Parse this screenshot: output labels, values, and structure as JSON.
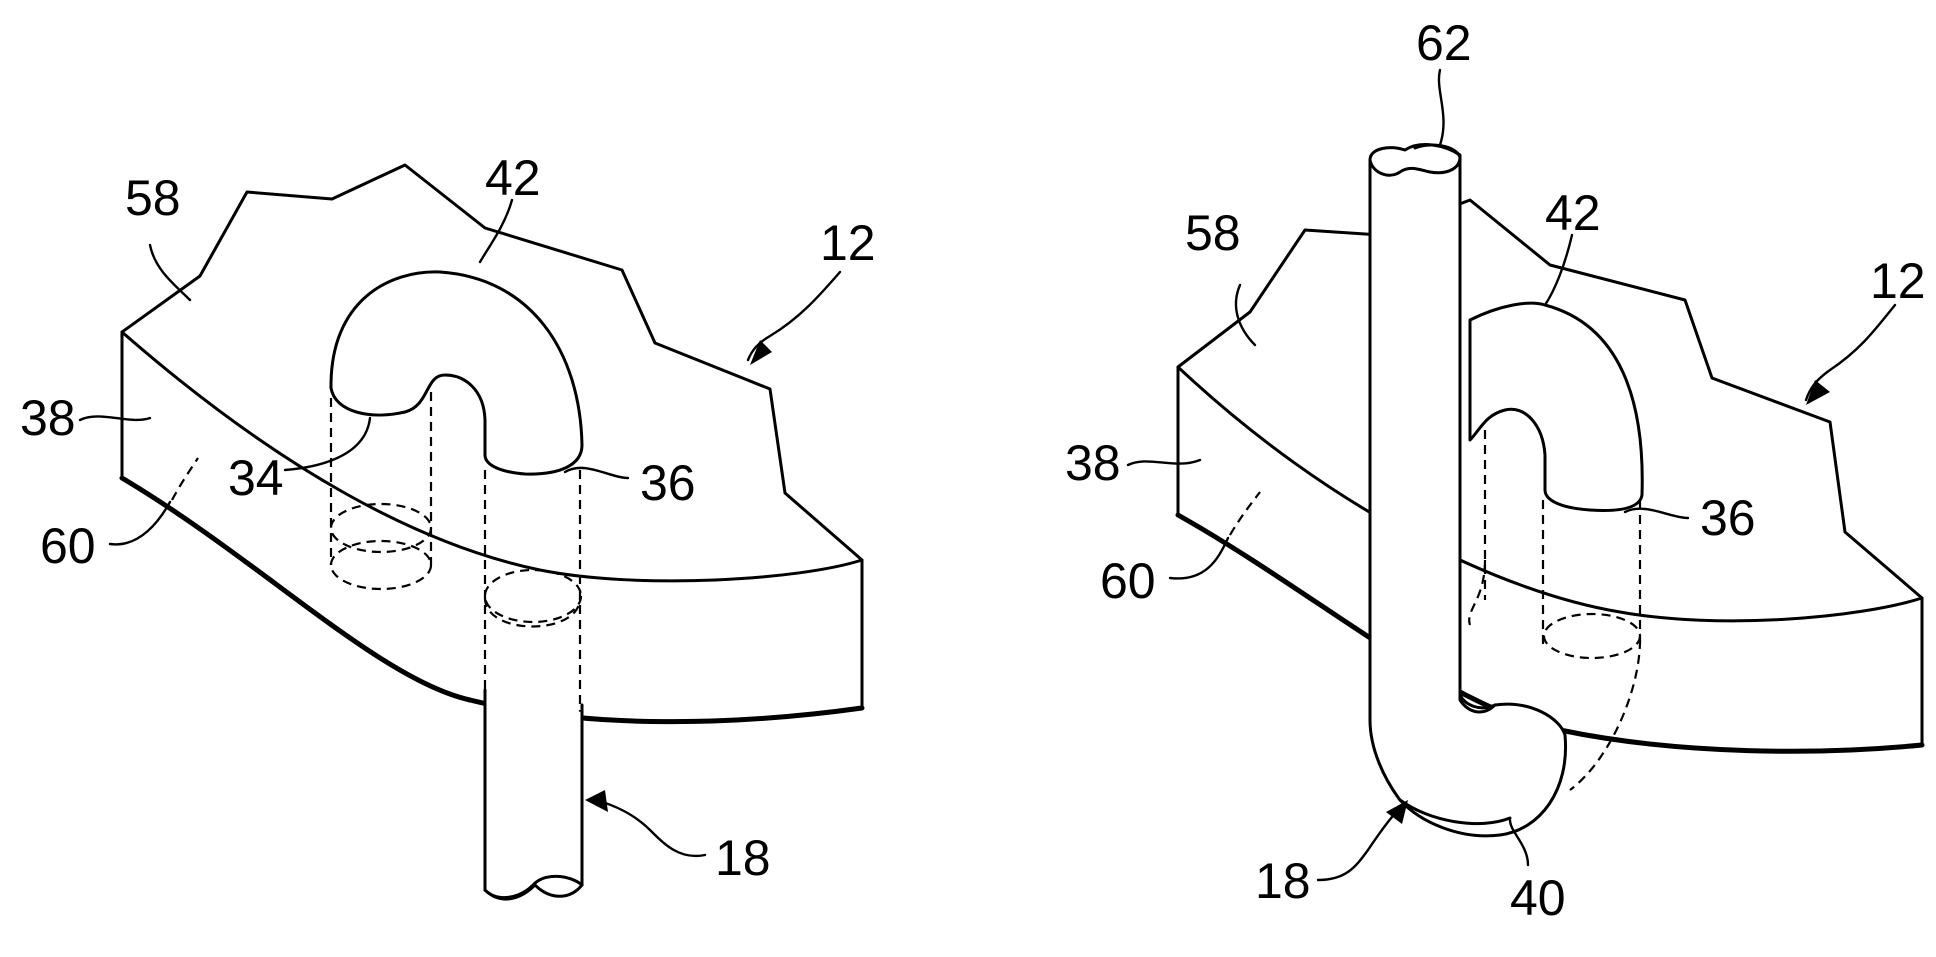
{
  "figure_left": {
    "ref_58": "58",
    "ref_42": "42",
    "ref_12": "12",
    "ref_38": "38",
    "ref_34": "34",
    "ref_36": "36",
    "ref_60": "60",
    "ref_18": "18"
  },
  "figure_right": {
    "ref_62": "62",
    "ref_58": "58",
    "ref_42": "42",
    "ref_12": "12",
    "ref_38": "38",
    "ref_36": "36",
    "ref_60": "60",
    "ref_18": "18",
    "ref_40": "40"
  }
}
